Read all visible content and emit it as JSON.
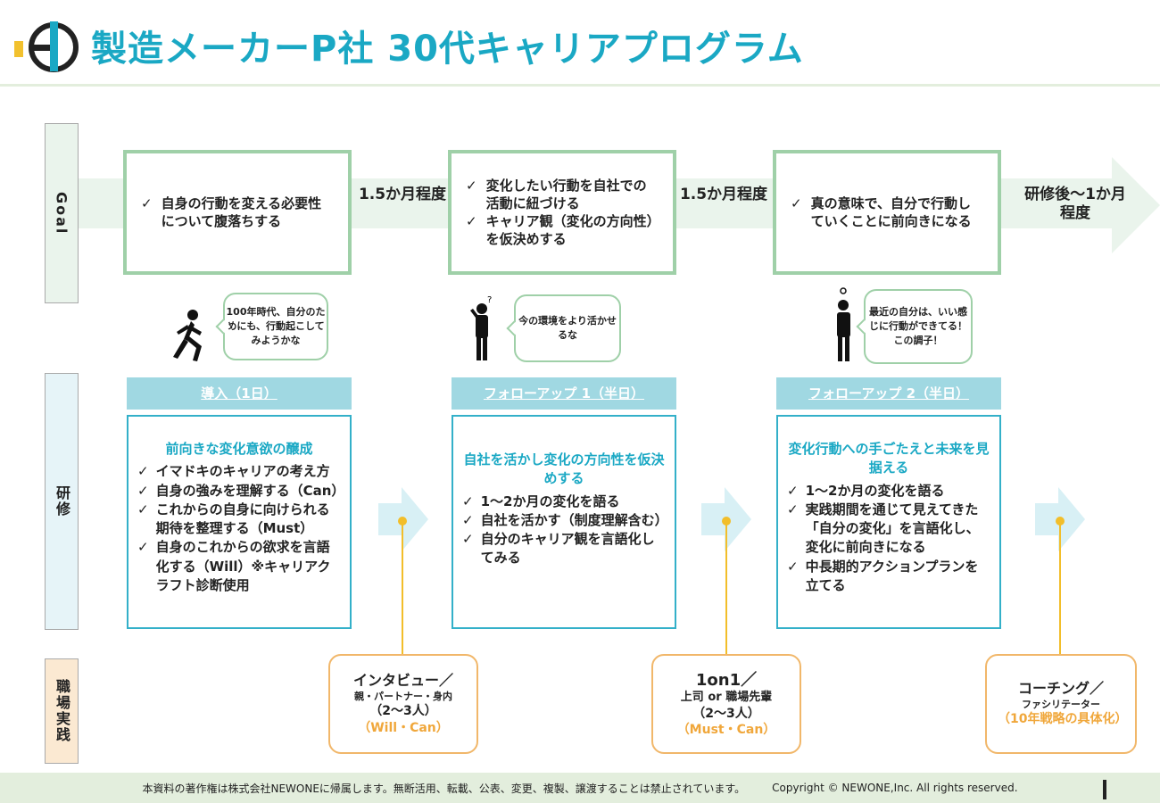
{
  "title": "製造メーカーP社 30代キャリアプログラム",
  "row_labels": {
    "goal": "Goal",
    "training": "研修",
    "workplace": "職場実践"
  },
  "goals": [
    {
      "items": [
        "自身の行動を変える必要性について腹落ちする"
      ]
    },
    {
      "items": [
        "変化したい行動を自社での活動に紐づける",
        "キャリア観（変化の方向性）を仮決めする"
      ]
    },
    {
      "items": [
        "真の意味で、自分で行動していくことに前向きになる"
      ]
    }
  ],
  "periods": [
    "1.5か月程度",
    "1.5か月程度",
    "研修後〜1か月程度"
  ],
  "bubbles": [
    "100年時代、自分のためにも、行動起こしてみようかな",
    "今の環境をより活かせるな",
    "最近の自分は、いい感じに行動ができてる！この調子！"
  ],
  "phases": [
    {
      "head": "導入（1日）",
      "title": "前向きな変化意欲の醸成",
      "items": [
        "イマドキのキャリアの考え方",
        "自身の強みを理解する（Can）",
        "これからの自身に向けられる期待を整理する（Must）",
        "自身のこれからの欲求を言語化する（Will）※キャリアクラフト診断使用"
      ]
    },
    {
      "head": "フォローアップ 1（半日）",
      "title": "自社を活かし変化の方向性を仮決めする",
      "items": [
        "1〜2か月の変化を語る",
        "自社を活かす（制度理解含む）",
        "自分のキャリア観を言語化してみる"
      ]
    },
    {
      "head": "フォローアップ 2（半日）",
      "title": "変化行動への手ごたえと未来を見据える",
      "items": [
        "1〜2か月の変化を語る",
        "実践期間を通じて見えてきた「自分の変化」を言語化し、変化に前向きになる",
        "中長期的アクションプランを立てる"
      ]
    }
  ],
  "workplace": [
    {
      "main": "インタビュー／",
      "sub": "親・パートナー・身内",
      "count": "（2〜3人）",
      "accent": "（Will・Can）"
    },
    {
      "main": "1on1／",
      "sub": "上司 or 職場先輩",
      "count": "（2〜3人）",
      "accent": "（Must・Can）"
    },
    {
      "main": "コーチング／",
      "sub": "ファシリテーター",
      "count": "",
      "accent": "（10年戦略の具体化）"
    }
  ],
  "footer": {
    "notice": "本資料の著作権は株式会社NEWONEに帰属します。無断活用、転載、公表、変更、複製、譲渡することは禁止されています。",
    "copyright": "Copyright © NEWONE,Inc. All rights reserved."
  },
  "colors": {
    "teal": "#1aa8c4",
    "green": "#9fd0a8",
    "orange": "#f0a73b",
    "yellow_line": "#f2be2a"
  }
}
